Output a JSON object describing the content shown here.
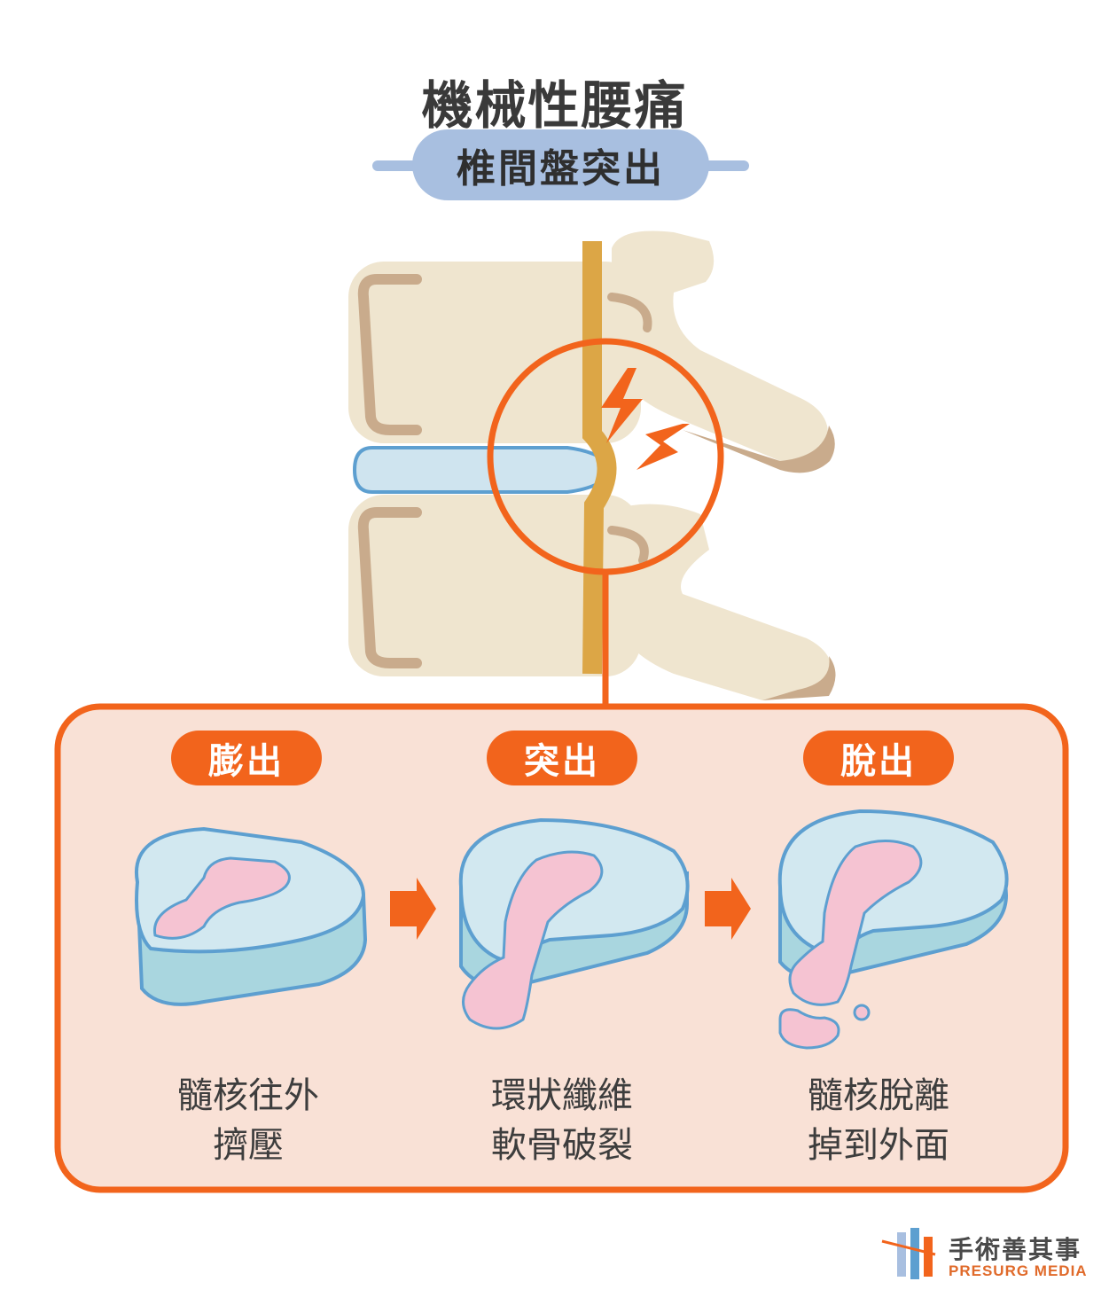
{
  "header": {
    "title": "機械性腰痛",
    "subtitle": "椎間盤突出"
  },
  "stages": [
    {
      "label": "膨出",
      "desc_line1": "髓核往外",
      "desc_line2": "擠壓"
    },
    {
      "label": "突出",
      "desc_line1": "環狀纖維",
      "desc_line2": "軟骨破裂"
    },
    {
      "label": "脫出",
      "desc_line1": "髓核脫離",
      "desc_line2": "掉到外面"
    }
  ],
  "brand": {
    "name_cn": "手術善其事",
    "name_en": "PRESURG MEDIA"
  },
  "colors": {
    "accent": "#f2641c",
    "panel": "#f9e1d6",
    "bone": "#efe5cf",
    "bone_shadow": "#c9ab8c",
    "disc": "#cfe4ef",
    "disc_border": "#5d9fd0",
    "nucleus": "#f5c3d2",
    "nerve": "#dca646",
    "subtitle_pill": "#a8bfe0"
  }
}
